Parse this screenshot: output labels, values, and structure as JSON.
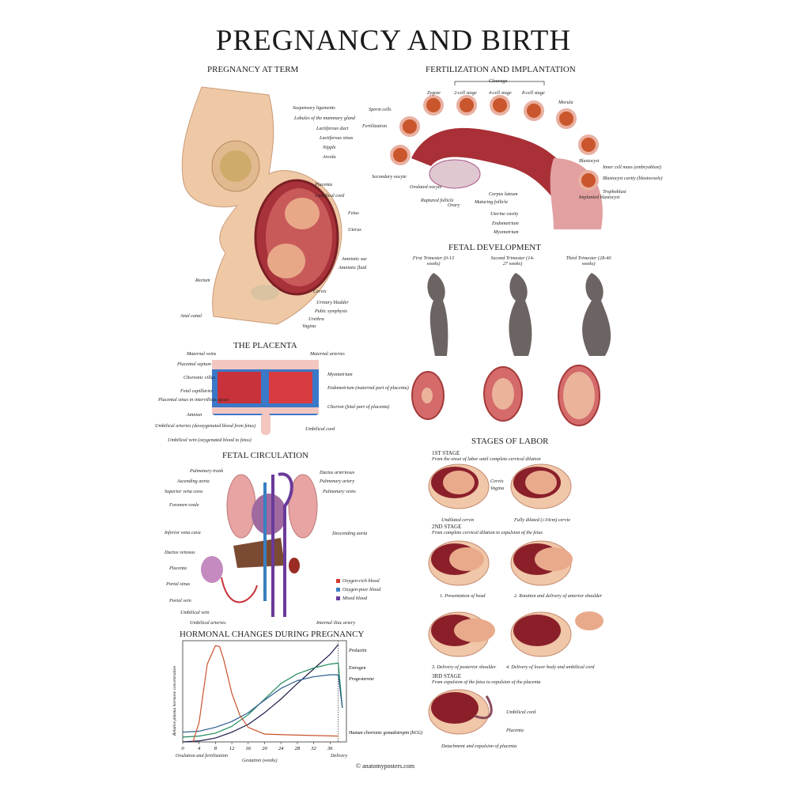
{
  "title": "PREGNANCY AND BIRTH",
  "pregnancy_at_term": {
    "heading": "PREGNANCY AT TERM",
    "labels": [
      "Suspensory ligaments",
      "Lobules of the mammary gland",
      "Lactiferous duct",
      "Lactiferous sinus",
      "Nipple",
      "Areola",
      "Placenta",
      "Umbilical cord",
      "Fetus",
      "Uterus",
      "Amniotic sac",
      "Amniotic fluid",
      "Cervix",
      "Urinary bladder",
      "Pubic symphysis",
      "Urethra",
      "Vagina",
      "Rectum",
      "Anal canal"
    ]
  },
  "fertilization": {
    "heading": "FERTILIZATION AND IMPLANTATION",
    "labels": [
      "Sperm cells",
      "Fertilization",
      "Secondary oocyte",
      "Zygote",
      "Cleavage",
      "2-cell stage",
      "4-cell stage",
      "8-cell stage",
      "Morula",
      "Blastocyst",
      "Inner cell mass (embryoblast)",
      "Blastocyst cavity (blastocoele)",
      "Trophoblast",
      "Implanted blastocyst",
      "Ovulated oocyte",
      "Ruptured follicle",
      "Ovary",
      "Maturing follicle",
      "Corpus luteum",
      "Uterine cavity",
      "Endometrium",
      "Myometrium"
    ]
  },
  "fetal_development": {
    "heading": "FETAL DEVELOPMENT",
    "trimesters": [
      "First Trimester (0-13 weeks)",
      "Second Trimester (14-27 weeks)",
      "Third Trimester (28-40 weeks)"
    ]
  },
  "placenta": {
    "heading": "THE PLACENTA",
    "labels": [
      "Maternal veins",
      "Placental septum",
      "Chorionic villus",
      "Fetal capillaries",
      "Placental sinus in intervillous space",
      "Amnion",
      "Umbilical arteries (deoxygenated blood from fetus)",
      "Umbilical vein (oxygenated blood to fetus)",
      "Maternal arteries",
      "Myometrium",
      "Endometrium (maternal part of placenta)",
      "Chorion (fetal part of placenta)",
      "Umbilical cord"
    ]
  },
  "fetal_circulation": {
    "heading": "FETAL CIRCULATION",
    "labels": [
      "Pulmonary trunk",
      "Ascending aorta",
      "Superior vena cava",
      "Foramen ovale",
      "Inferior vena cava",
      "Ductus venosus",
      "Placenta",
      "Portal sinus",
      "Portal vein",
      "Umbilical vein",
      "Umbilical arteries",
      "Ductus arteriosus",
      "Pulmonary artery",
      "Pulmonary veins",
      "Descending aorta",
      "Internal iliac artery"
    ],
    "legend": [
      {
        "label": "Oxygen-rich blood",
        "color": "#d23a2e"
      },
      {
        "label": "Oxygen-poor blood",
        "color": "#3a7fc0"
      },
      {
        "label": "Mixed blood",
        "color": "#6a3a9a"
      }
    ]
  },
  "chart_data": {
    "type": "line",
    "title": "HORMONAL CHANGES DURING PREGNANCY",
    "xlabel": "Gestation (weeks)",
    "ylabel": "Relative plasma hormone concentration",
    "xlim": [
      0,
      40
    ],
    "ylim": [
      0,
      1
    ],
    "xticks": [
      0,
      4,
      8,
      12,
      16,
      20,
      24,
      28,
      32,
      36
    ],
    "grid": false,
    "annotations": [
      "Ovulation and fertilization",
      "Delivery"
    ],
    "series": [
      {
        "name": "Prolactin",
        "color": "#1c1c4a",
        "x": [
          0,
          4,
          8,
          12,
          16,
          20,
          24,
          28,
          32,
          36,
          38
        ],
        "y": [
          0,
          0.01,
          0.04,
          0.1,
          0.18,
          0.3,
          0.44,
          0.6,
          0.75,
          0.9,
          1.0
        ]
      },
      {
        "name": "Estrogen",
        "color": "#1f8a5a",
        "x": [
          0,
          4,
          8,
          12,
          16,
          20,
          24,
          28,
          32,
          36,
          38,
          39
        ],
        "y": [
          0.05,
          0.06,
          0.09,
          0.16,
          0.28,
          0.44,
          0.6,
          0.7,
          0.76,
          0.8,
          0.81,
          0.35
        ]
      },
      {
        "name": "Progesterone",
        "color": "#2a5c8f",
        "x": [
          0,
          4,
          8,
          12,
          16,
          20,
          24,
          28,
          32,
          36,
          38,
          39
        ],
        "y": [
          0.1,
          0.11,
          0.15,
          0.21,
          0.3,
          0.43,
          0.55,
          0.63,
          0.67,
          0.69,
          0.69,
          0.35
        ]
      },
      {
        "name": "Human chorionic gonadotropin (hCG)",
        "color": "#c9522e",
        "x": [
          2.5,
          4,
          6,
          8,
          9,
          10,
          12,
          14,
          16,
          20,
          28,
          38
        ],
        "y": [
          0,
          0.2,
          0.8,
          0.99,
          0.98,
          0.85,
          0.5,
          0.27,
          0.15,
          0.08,
          0.07,
          0.06
        ]
      }
    ]
  },
  "labor": {
    "heading": "STAGES OF LABOR",
    "stage1": {
      "title": "1ST STAGE",
      "subtitle": "From the onset of labor until complete cervical dilation",
      "captions": [
        "Undilated cervix",
        "Fully dilated (≥10cm) cervix"
      ],
      "labels": [
        "Cervix",
        "Vagina"
      ]
    },
    "stage2": {
      "title": "2ND STAGE",
      "subtitle": "From complete cervical dilation to expulsion of the fetus",
      "captions": [
        "1. Presentation of head",
        "2. Rotation and delivery of anterior shoulder",
        "3. Delivery of posterior shoulder",
        "4. Delivery of lower body and umbilical cord"
      ]
    },
    "stage3": {
      "title": "3RD STAGE",
      "subtitle": "From expulsion of the fetus to expulsion of the placenta",
      "labels": [
        "Umbilical cord",
        "Placenta"
      ],
      "caption": "Detachment and expulsion of placenta"
    }
  },
  "footer": "© anatomyposters.com"
}
